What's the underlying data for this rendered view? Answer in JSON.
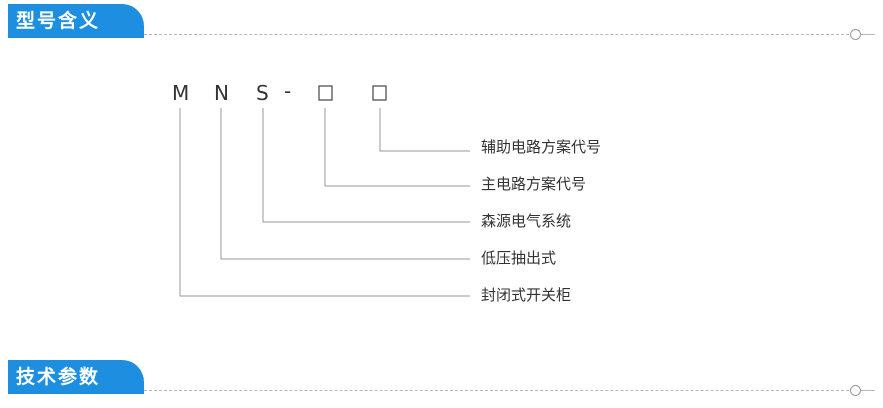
{
  "sections": [
    {
      "title": "型号含义"
    },
    {
      "title": "技术参数"
    }
  ],
  "model_code": {
    "letters": [
      "M",
      "N",
      "S"
    ],
    "separator": "-",
    "placeholders": [
      "□",
      "□"
    ]
  },
  "descriptions": [
    {
      "label": "辅助电路方案代号"
    },
    {
      "label": "主电路方案代号"
    },
    {
      "label": "森源电气系统"
    },
    {
      "label": "低压抽出式"
    },
    {
      "label": "封闭式开关柜"
    }
  ],
  "colors": {
    "accent": "#1e8fe0",
    "text": "#333333",
    "leader": "#9a9a9a"
  }
}
